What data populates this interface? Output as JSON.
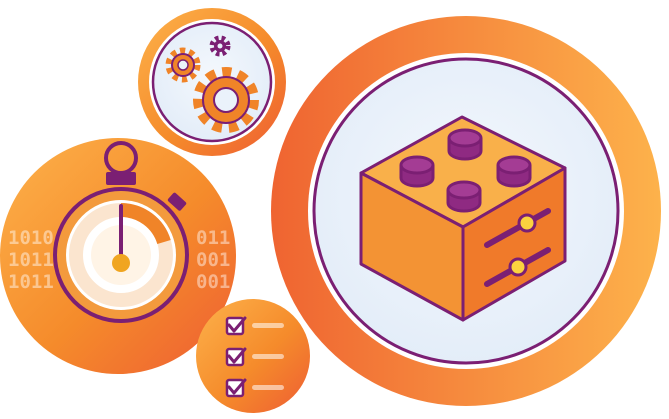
{
  "binary_left": [
    "1010",
    "1011",
    "1011"
  ],
  "binary_right": [
    "011",
    "001",
    "001"
  ],
  "colors": {
    "orange_light": "#fdb24b",
    "orange": "#f58b2b",
    "orange_deep": "#ee6530",
    "purple": "#7b1f73",
    "inner_bg": "#eaf2fb",
    "white": "#ffffff"
  },
  "icons": [
    "stopwatch-icon",
    "gears-icon",
    "building-block-icon",
    "checklist-icon"
  ]
}
